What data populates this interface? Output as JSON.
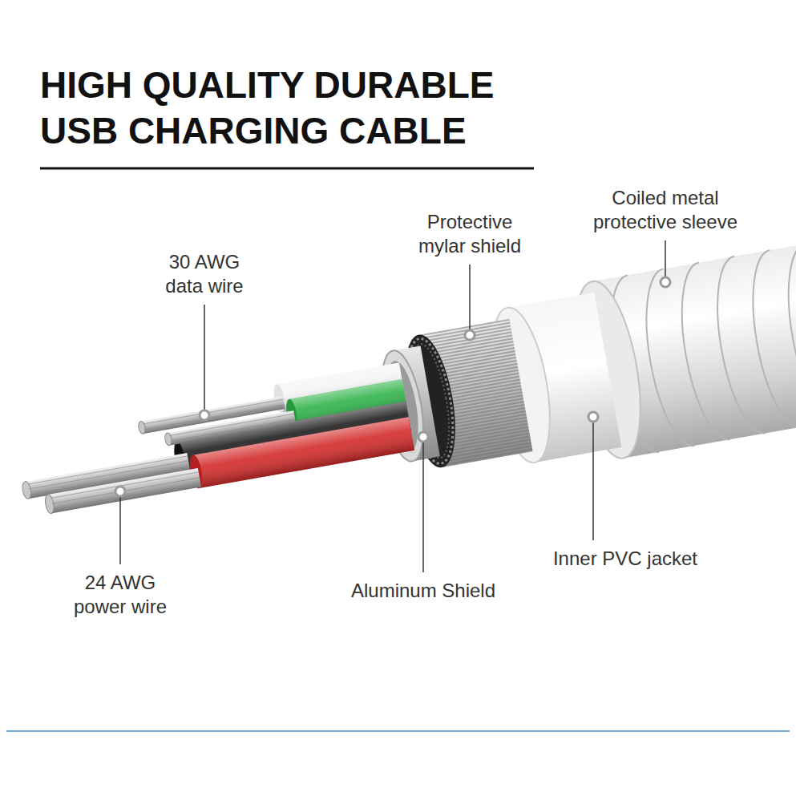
{
  "diagram": {
    "title": "HIGH QUALITY DURABLE USB CHARGING CABLE",
    "labels": [
      "30 AWG data wire",
      "24 AWG power wire",
      "Protective mylar shield",
      "Coiled metal protective sleeve",
      "Aluminum Shield",
      "Inner PVC jacket"
    ]
  }
}
